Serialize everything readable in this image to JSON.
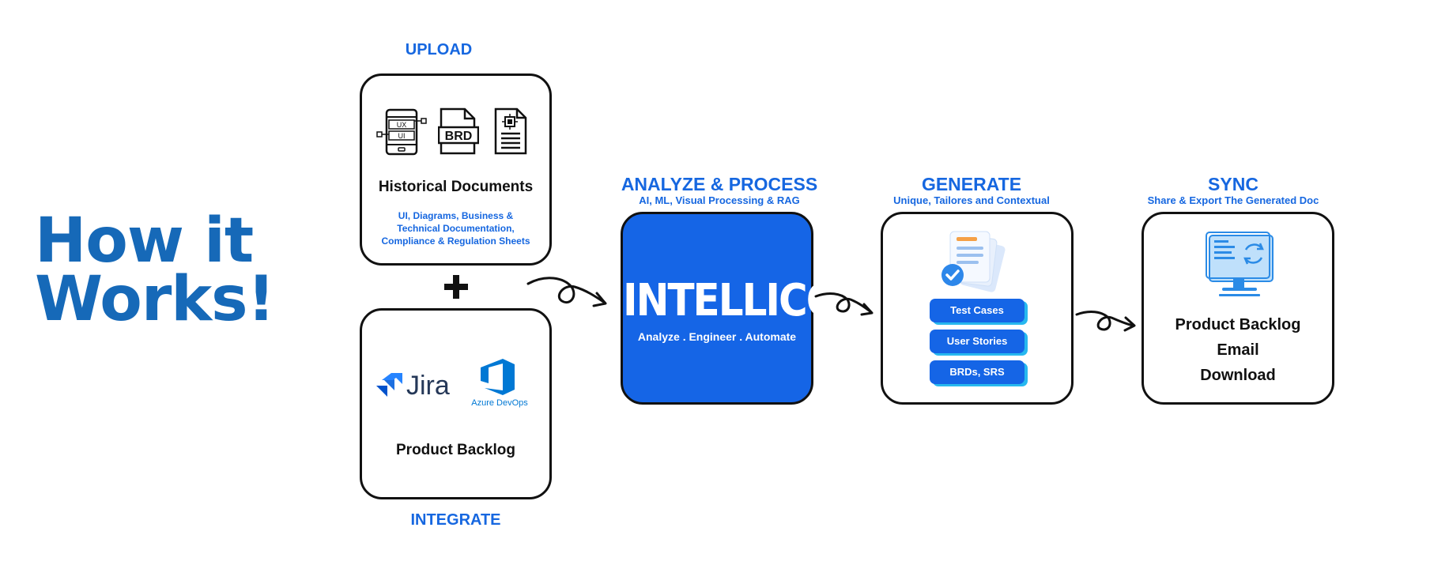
{
  "headline": {
    "line1": "How it",
    "line2": "Works!"
  },
  "upload": {
    "label": "UPLOAD",
    "card_title": "Historical Documents",
    "card_desc_1": "UI, Diagrams, Business &",
    "card_desc_2": "Technical Documentation,",
    "card_desc_3": "Compliance & Regulation Sheets",
    "icons": {
      "ux": "UX",
      "ui": "UI",
      "brd": "BRD"
    }
  },
  "integrate": {
    "label": "INTEGRATE",
    "jira": "Jira",
    "azure": "Azure DevOps",
    "card_title": "Product Backlog"
  },
  "analyze": {
    "label": "ANALYZE & PROCESS",
    "sub": "AI, ML, Visual Processing & RAG",
    "brand": "INTELLICO",
    "tagline": "Analyze . Engineer . Automate"
  },
  "generate": {
    "label": "GENERATE",
    "sub": "Unique, Tailores and Contextual",
    "items": [
      "Test Cases",
      "User Stories",
      "BRDs, SRS"
    ]
  },
  "sync": {
    "label": "SYNC",
    "sub": "Share & Export The Generated Doc",
    "items": [
      "Product Backlog",
      "Email",
      "Download"
    ]
  },
  "colors": {
    "brand_blue": "#1565e6",
    "headline_blue": "#1669b8",
    "accent_cyan": "#27b8ef"
  }
}
